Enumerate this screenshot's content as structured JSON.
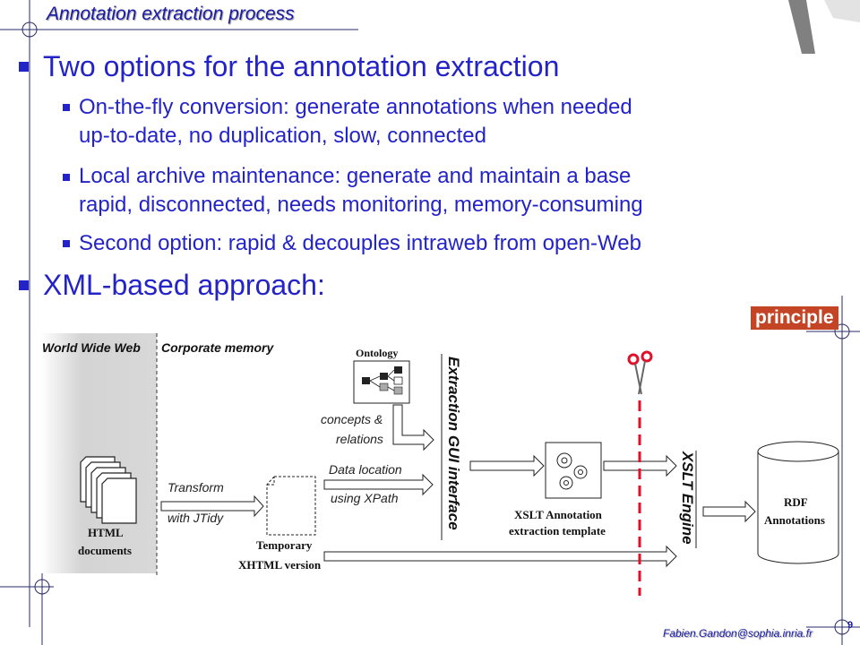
{
  "header": {
    "title": "Annotation extraction process"
  },
  "content": {
    "bullet1": "Two options for the annotation extraction",
    "sub1_line1": "On-the-fly conversion: generate annotations when needed",
    "sub1_line2": "up-to-date, no duplication, slow, connected",
    "sub2_line1": "Local archive maintenance: generate and maintain a base",
    "sub2_line2": "rapid, disconnected, needs monitoring, memory-consuming",
    "sub3": "Second option: rapid & decouples intraweb from open-Web",
    "bullet2": "XML-based approach:"
  },
  "diagram": {
    "badge": "principle",
    "www_label": "World Wide Web",
    "corp_label": "Corporate memory",
    "ontology_label": "Ontology",
    "concepts_line1": "concepts &",
    "concepts_line2": "relations",
    "data_location": "Data location",
    "using_xpath": "using XPath",
    "transform_line1": "Transform",
    "transform_line2": "with JTidy",
    "html_line1": "HTML",
    "html_line2": "documents",
    "temp_line1": "Temporary",
    "temp_line2": "XHTML version",
    "extraction_gui": "Extraction GUI interface",
    "xslt_template_line1": "XSLT Annotation",
    "xslt_template_line2": "extraction template",
    "xslt_engine": "XSLT Engine",
    "rdf_line1": "RDF",
    "rdf_line2": "Annotations"
  },
  "footer": {
    "email": "Fabien.Gandon@sophia.inria.fr",
    "page": "9"
  },
  "colors": {
    "text_blue": "#2323c8",
    "badge_red": "#c44526",
    "cut_red": "#e0102a",
    "www_gray": "#d6d6d6"
  }
}
